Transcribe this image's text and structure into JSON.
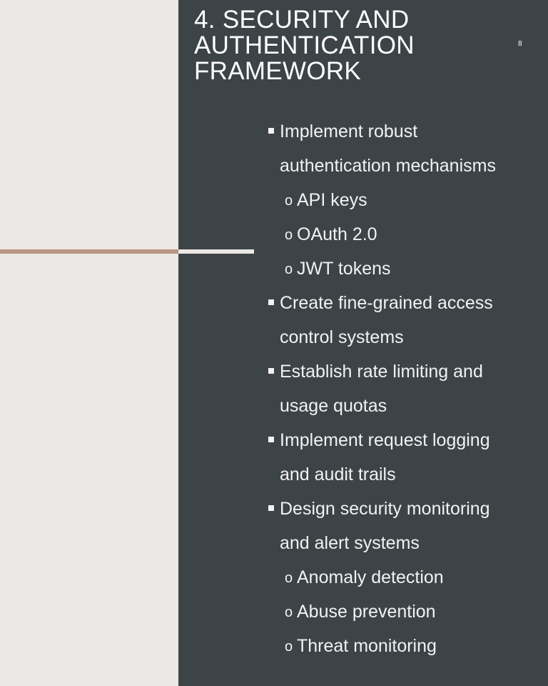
{
  "slide": {
    "title_lines": [
      "4. SECURITY AND",
      "AUTHENTICATION",
      "FRAMEWORK"
    ],
    "page_number": "8",
    "colors": {
      "left_background": "#ece8e5",
      "right_background": "#3c4447",
      "accent": "#b99583"
    },
    "bullets": [
      {
        "level": 1,
        "text": "Implement robust"
      },
      {
        "level": 1,
        "text": "authentication mechanisms",
        "continuation": true
      },
      {
        "level": 2,
        "text": "API keys"
      },
      {
        "level": 2,
        "text": "OAuth 2.0"
      },
      {
        "level": 2,
        "text": "JWT tokens"
      },
      {
        "level": 1,
        "text": "Create fine-grained access"
      },
      {
        "level": 1,
        "text": "control systems",
        "continuation": true
      },
      {
        "level": 1,
        "text": "Establish rate limiting and"
      },
      {
        "level": 1,
        "text": "usage quotas",
        "continuation": true
      },
      {
        "level": 1,
        "text": "Implement request logging"
      },
      {
        "level": 1,
        "text": "and audit trails",
        "continuation": true
      },
      {
        "level": 1,
        "text": "Design security monitoring"
      },
      {
        "level": 1,
        "text": "and alert systems",
        "continuation": true
      },
      {
        "level": 2,
        "text": "Anomaly detection"
      },
      {
        "level": 2,
        "text": "Abuse prevention"
      },
      {
        "level": 2,
        "text": "Threat monitoring"
      }
    ]
  }
}
